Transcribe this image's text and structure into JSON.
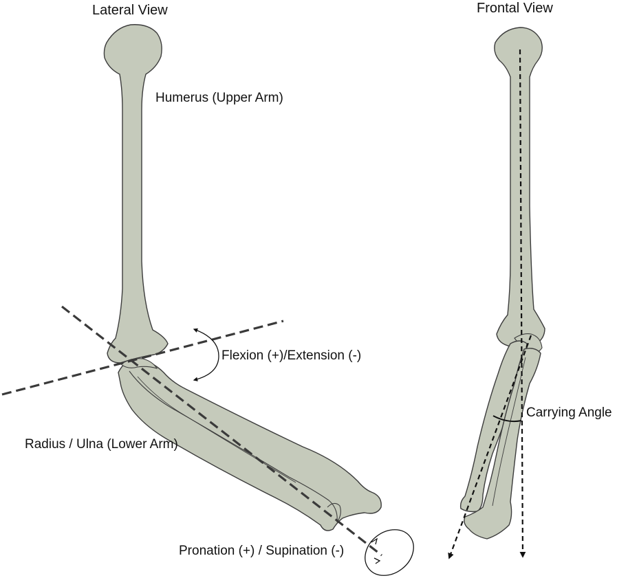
{
  "titles": {
    "lateral": "Lateral View",
    "frontal": "Frontal View"
  },
  "labels": {
    "humerus": "Humerus (Upper Arm)",
    "flexion": "Flexion (+)/Extension (-)",
    "radius_ulna": "Radius / Ulna (Lower Arm)",
    "pronation": "Pronation (+) / Supination (-)",
    "carrying_angle": "Carrying Angle"
  },
  "colors": {
    "bone_fill": "#c5cabb",
    "bone_outline": "#3c3c3c",
    "axis_line": "#3a3a3a",
    "text": "#111111",
    "background": "#ffffff"
  }
}
